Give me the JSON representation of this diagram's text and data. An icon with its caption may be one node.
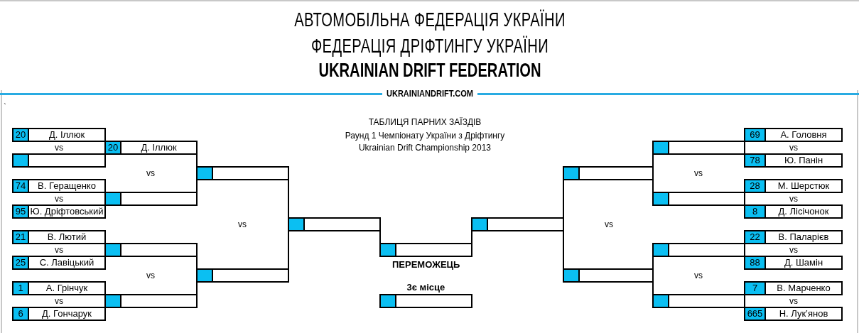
{
  "diagram": {
    "title": "ТАБЛИЦЯ ПАРНИХ ЗАЇЗДІВ",
    "nodes": [
      {
        "text": [
          "20",
          "Д. Іллюк"
        ]
      },
      {
        "text": [],
        "shape": "box"
      },
      {
        "text": [
          "74",
          "В. Геращенко"
        ]
      },
      {
        "text": [
          "95",
          "Ю. Дріфтовський"
        ]
      },
      {
        "text": [
          "21",
          "В. Лютий"
        ]
      },
      {
        "text": [
          "25",
          "С. Лавіцький"
        ]
      },
      {
        "text": [
          "1",
          "А. Грінчук"
        ]
      },
      {
        "text": [
          "6",
          "Д. Гончарук"
        ]
      },
      {
        "text": [
          "20",
          "Д. Іллюк"
        ]
      },
      {
        "text": [],
        "shape": "box"
      },
      {
        "text": [],
        "shape": "box"
      },
      {
        "text": [],
        "shape": "box"
      },
      {
        "text": [],
        "shape": "box"
      },
      {
        "text": [],
        "shape": "box"
      },
      {
        "text": [],
        "shape": "box"
      },
      {
        "text": [],
        "shape": "box",
        "beside": [
          "ПЕРЕМОЖЕЦЬ"
        ]
      },
      {
        "text": [],
        "shape": "box",
        "beside": [
          "3є місце"
        ]
      },
      {
        "text": [],
        "shape": "box"
      },
      {
        "text": [],
        "shape": "box"
      },
      {
        "text": [],
        "shape": "box"
      },
      {
        "text": [],
        "shape": "box"
      },
      {
        "text": [],
        "shape": "box"
      },
      {
        "text": [],
        "shape": "box"
      },
      {
        "text": [],
        "shape": "box"
      },
      {
        "text": [
          "69",
          "А. Головня"
        ]
      },
      {
        "text": [
          "78",
          "Ю. Панін"
        ]
      },
      {
        "text": [
          "28",
          "М. Шерстюк"
        ]
      },
      {
        "text": [
          "8",
          "Д. Лісічонок"
        ]
      },
      {
        "text": [
          "22",
          "В. Паларієв"
        ]
      },
      {
        "text": [
          "88",
          "Д. Шамін"
        ]
      },
      {
        "text": [
          "7",
          "В. Марченко"
        ]
      },
      {
        "text": [
          "665",
          "Н. Лук’янов"
        ]
      }
    ],
    "edges": [
      {
        "from": 8,
        "to": 12,
        "arrow": "none"
      },
      {
        "from": 9,
        "to": 12,
        "arrow": "none"
      },
      {
        "from": 10,
        "to": 13,
        "arrow": "none"
      },
      {
        "from": 11,
        "to": 13,
        "arrow": "none"
      },
      {
        "from": 12,
        "to": 14,
        "arrow": "none"
      },
      {
        "from": 13,
        "to": 14,
        "arrow": "none"
      },
      {
        "from": 14,
        "to": 15,
        "arrow": "none"
      },
      {
        "from": 17,
        "to": 15,
        "arrow": "none"
      },
      {
        "from": 18,
        "to": 17,
        "arrow": "none"
      },
      {
        "from": 19,
        "to": 17,
        "arrow": "none"
      },
      {
        "from": 20,
        "to": 18,
        "arrow": "none"
      },
      {
        "from": 21,
        "to": 18,
        "arrow": "none"
      },
      {
        "from": 22,
        "to": 19,
        "arrow": "none"
      },
      {
        "from": 23,
        "to": 19,
        "arrow": "none"
      }
    ],
    "labels": [
      "АВТОМОБІЛЬНА ФЕДЕРАЦІЯ УКРАЇНИ",
      "ФЕДЕРАЦІЯ ДРІФТИНГУ УКРАЇНИ",
      "UKRAINIAN DRIFT FEDERATION",
      "UKRAINIANDRIFT.COM",
      "`",
      "Раунд 1 Чемпіонату України з Дріфтингу",
      "Ukrainian Drift Championship 2013",
      "vs",
      "vs",
      "vs",
      "vs",
      "vs",
      "vs",
      "vs",
      "vs",
      "vs",
      "vs",
      "vs",
      "vs",
      "vs",
      "vs"
    ]
  }
}
